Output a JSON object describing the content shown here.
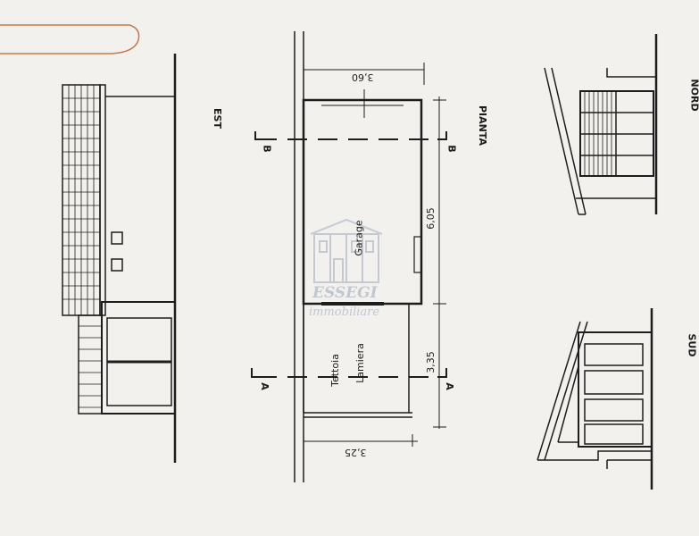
{
  "labels": {
    "est": "EST",
    "pianta": "PIANTA",
    "nord": "NORD",
    "sud": "SUD",
    "garage": "Garage",
    "tettoia": "Tettoia",
    "lamiera": "Lamiera",
    "section_b": "B",
    "section_a": "A"
  },
  "dimensions": {
    "width_top": "3,60",
    "length_garage": "6,05",
    "length_tettoia": "3,35",
    "width_bottom": "3,25"
  },
  "watermark": {
    "brand": "ESSEGI",
    "subtitle": "immobiliare"
  }
}
